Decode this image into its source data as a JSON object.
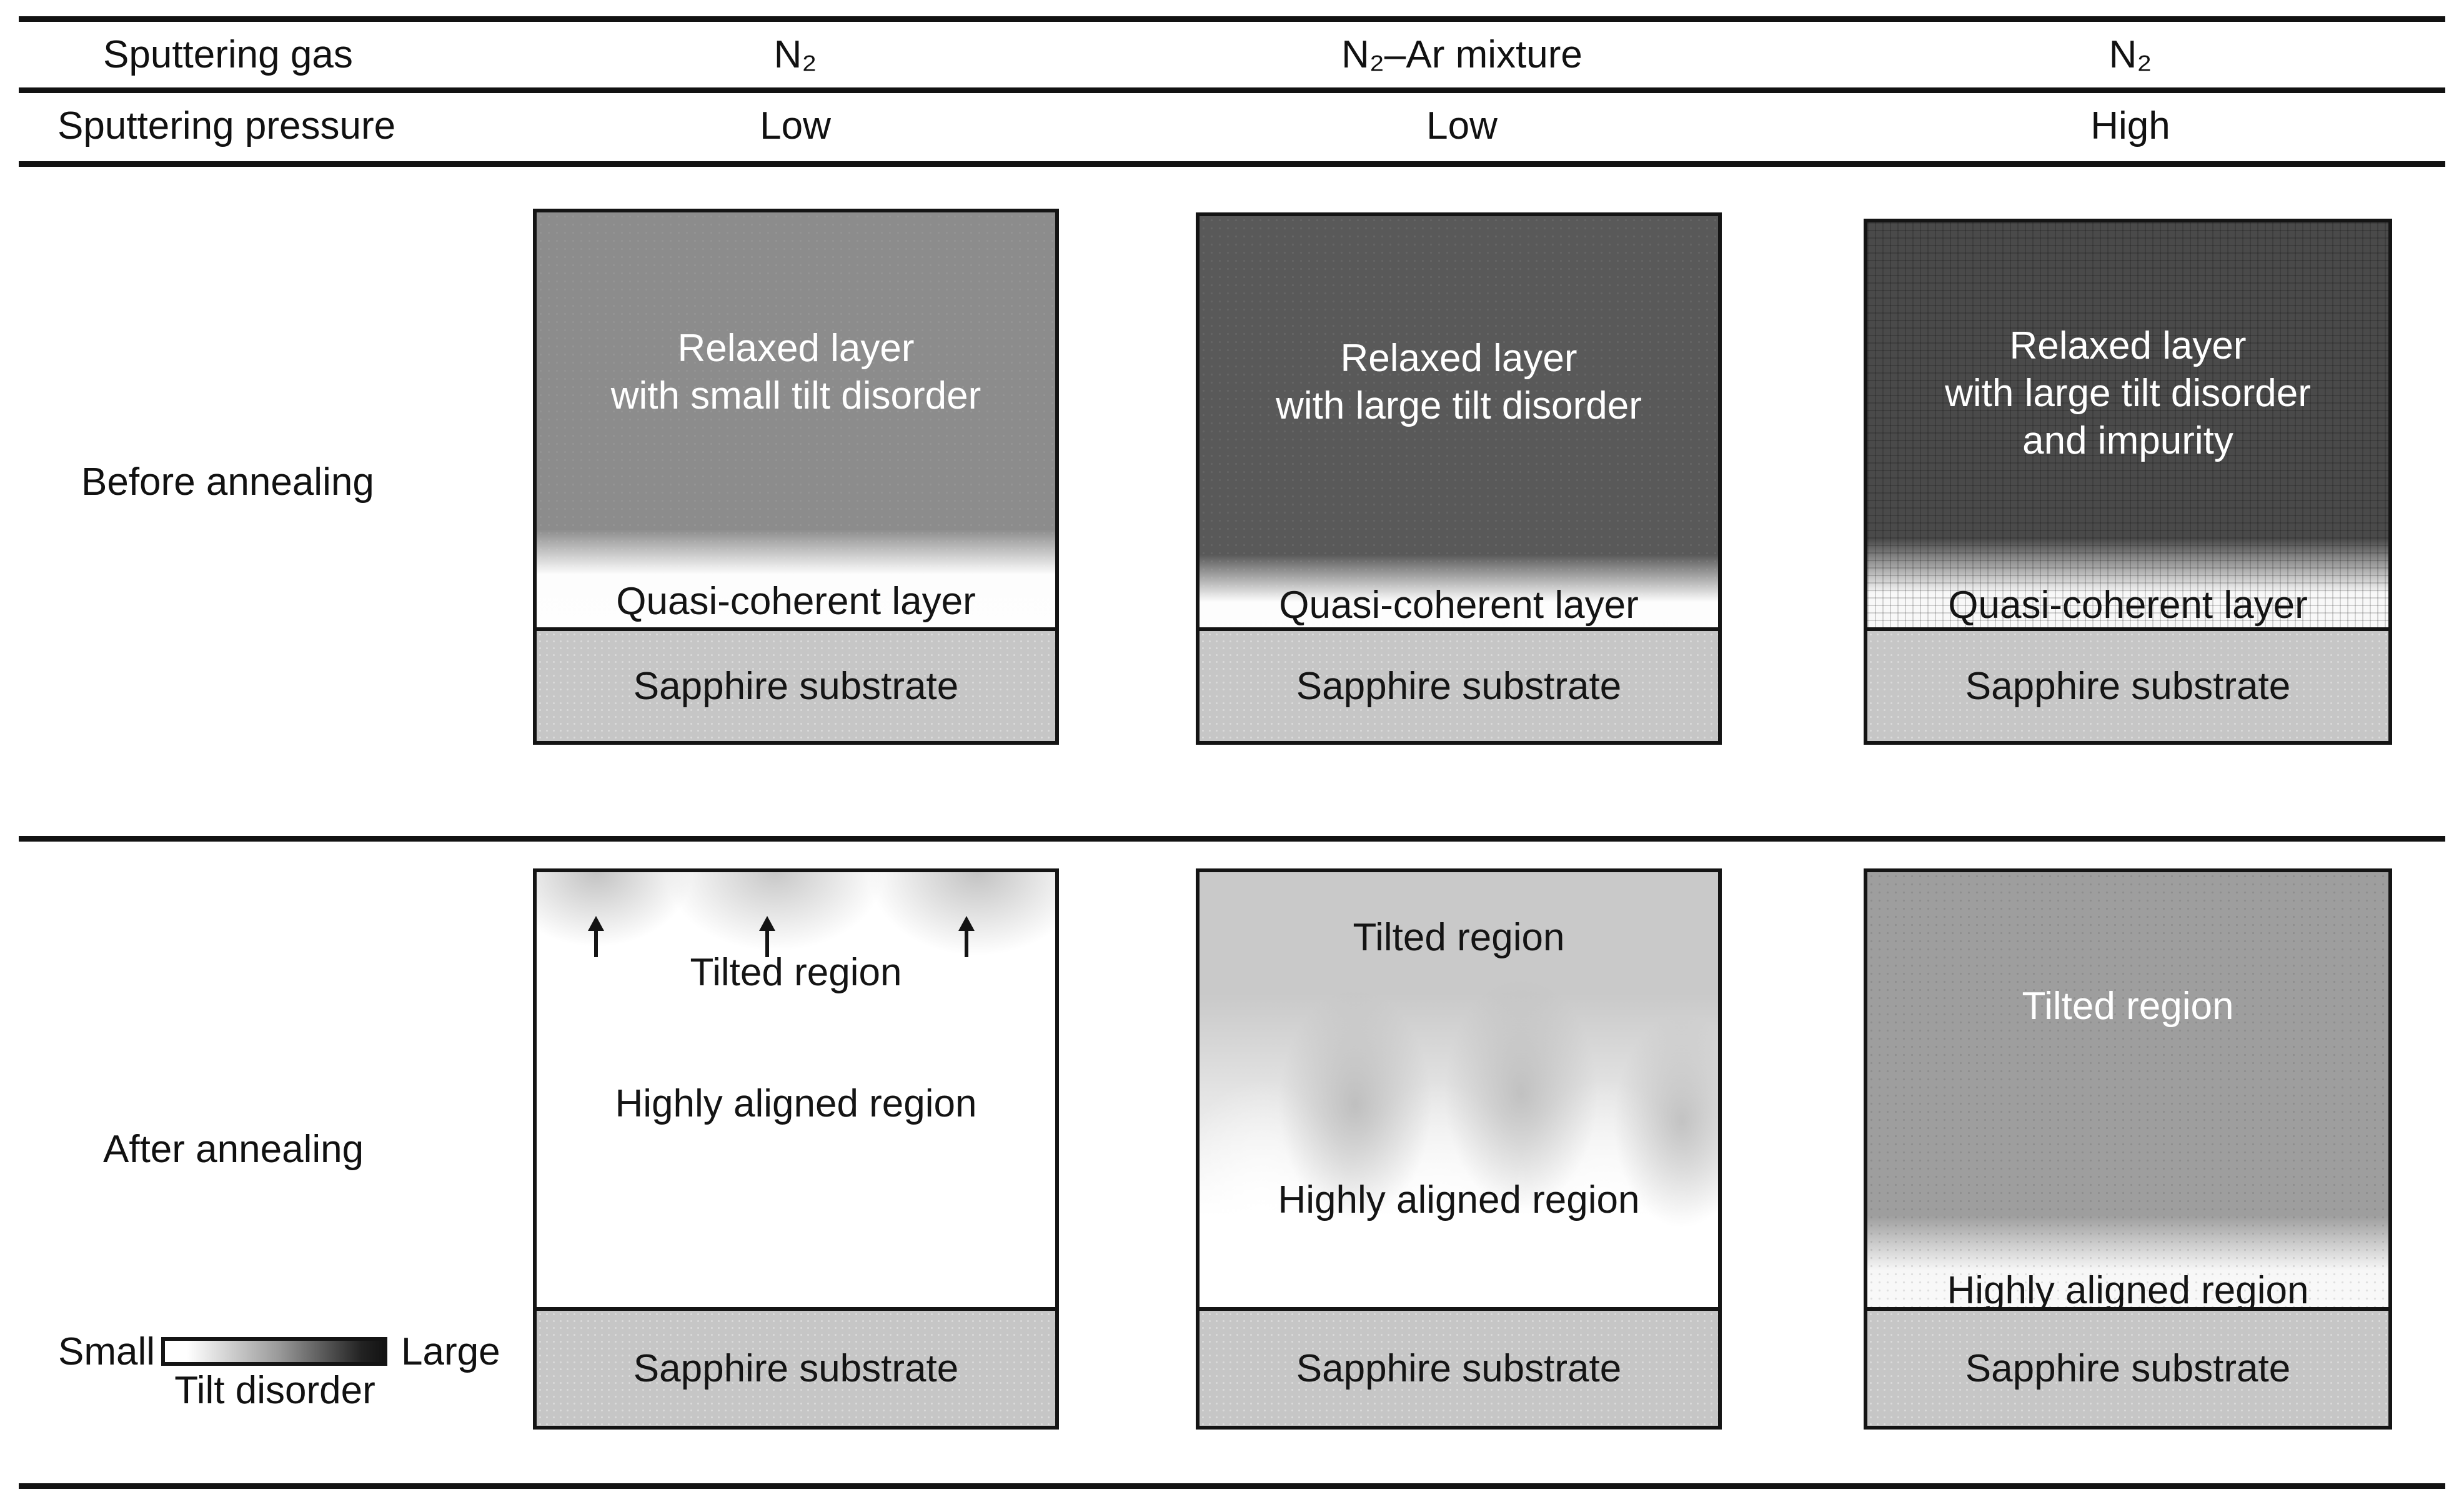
{
  "header": {
    "row1_label": "Sputtering gas",
    "row1_values": [
      "N₂",
      "N₂–Ar mixture",
      "N₂"
    ],
    "row2_label": "Sputtering pressure",
    "row2_values": [
      "Low",
      "Low",
      "High"
    ]
  },
  "row_labels": {
    "before": "Before annealing",
    "after": "After annealing"
  },
  "before_panels": [
    {
      "film": "Relaxed layer\nwith small tilt disorder",
      "quasi": "Quasi-coherent layer",
      "substrate": "Sapphire substrate"
    },
    {
      "film": "Relaxed layer\nwith large tilt disorder",
      "quasi": "Quasi-coherent layer",
      "substrate": "Sapphire substrate"
    },
    {
      "film": "Relaxed layer\nwith large tilt disorder\nand impurity",
      "quasi": "Quasi-coherent layer",
      "substrate": "Sapphire substrate"
    }
  ],
  "after_panels": [
    {
      "tilted": "Tilted region",
      "aligned": "Highly aligned region",
      "substrate": "Sapphire substrate"
    },
    {
      "tilted": "Tilted region",
      "aligned": "Highly aligned region",
      "substrate": "Sapphire substrate"
    },
    {
      "tilted": "Tilted region",
      "aligned": "Highly aligned region",
      "substrate": "Sapphire substrate"
    }
  ],
  "legend": {
    "small": "Small",
    "large": "Large",
    "caption": "Tilt disorder"
  },
  "colors": {
    "film_small_tilt_gray": "#8c8c8c",
    "film_large_tilt_gray": "#595959",
    "film_impurity_gray": "#4a4a4a",
    "tilted_region_light_gray": "#c9c9c9",
    "tilted_region_medium_gray": "#9e9e9e",
    "sapphire_substrate_gray": "#c6c6c6",
    "rule_black": "#121212"
  }
}
